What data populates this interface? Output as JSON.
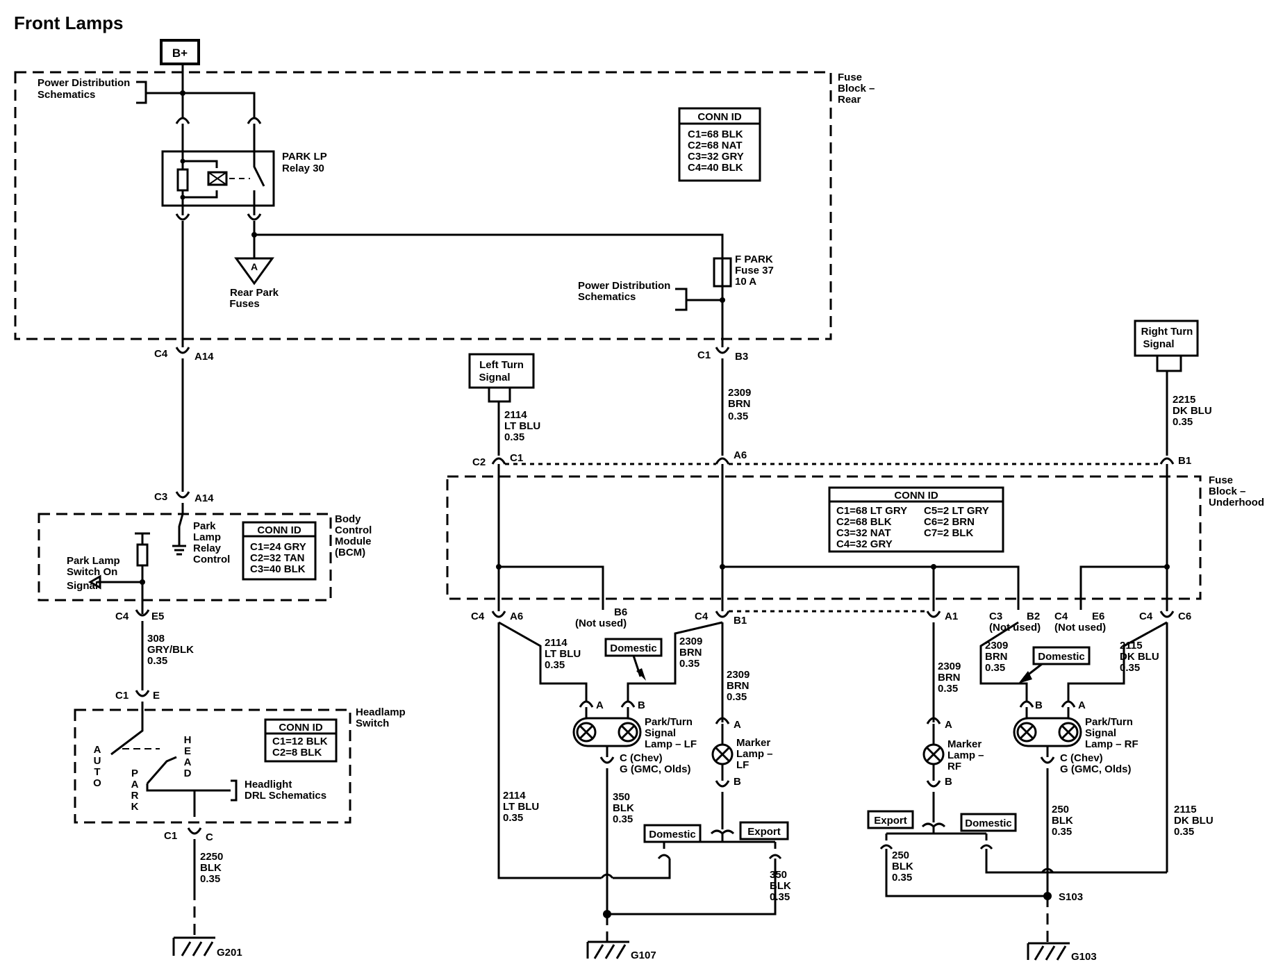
{
  "title": "Front Lamps",
  "source": "B+",
  "fuse_block_rear": {
    "label": [
      "Fuse",
      "Block –",
      "Rear"
    ],
    "power_dist": [
      "Power Distribution",
      "Schematics"
    ],
    "relay": [
      "PARK LP",
      "Relay 30"
    ],
    "rear_park": [
      "Rear Park",
      "Fuses"
    ],
    "rear_park_letter": "A",
    "fuse": [
      "F PARK",
      "Fuse 37",
      "10 A"
    ],
    "power_dist2": [
      "Power Distribution",
      "Schematics"
    ],
    "conn_id_title": "CONN ID",
    "conn_id": [
      "C1=68 BLK",
      "C2=68 NAT",
      "C3=32 GRY",
      "C4=40 BLK"
    ]
  },
  "connectors": {
    "c4_a14": [
      "C4",
      "A14"
    ],
    "c3_a14": [
      "C3",
      "A14"
    ],
    "c4_e5": [
      "C4",
      "E5"
    ],
    "c1_e": [
      "C1",
      "E"
    ],
    "c1_c": [
      "C1",
      "C"
    ],
    "c1_b3": [
      "C1",
      "B3"
    ],
    "c2_c1": [
      "C2",
      "C1"
    ],
    "a6": "A6",
    "b1": "B1",
    "c4_a6": [
      "C4",
      "A6"
    ],
    "b6": [
      "B6",
      "(Not used)"
    ],
    "c4_b1": [
      "C4",
      "B1"
    ],
    "a1": "A1",
    "c3_b2": [
      "C3",
      "B2",
      "(Not used)"
    ],
    "c4_e6": [
      "C4",
      "E6",
      "(Not used)"
    ],
    "c4_c6": [
      "C4",
      "C6"
    ]
  },
  "bcm": {
    "label": [
      "Body",
      "Control",
      "Module",
      "(BCM)"
    ],
    "switch_signal": [
      "Park Lamp",
      "Switch On",
      "Signal"
    ],
    "relay_control": [
      "Park",
      "Lamp",
      "Relay",
      "Control"
    ],
    "conn_id_title": "CONN ID",
    "conn_id": [
      "C1=24 GRY",
      "C2=32 TAN",
      "C3=40 BLK"
    ]
  },
  "headlamp_switch": {
    "label": [
      "Headlamp",
      "Switch"
    ],
    "auto": [
      "A",
      "U",
      "T",
      "O"
    ],
    "park": [
      "P",
      "A",
      "R",
      "K"
    ],
    "head": [
      "H",
      "E",
      "A",
      "D"
    ],
    "drl": [
      "Headlight",
      "DRL Schematics"
    ],
    "conn_id_title": "CONN ID",
    "conn_id": [
      "C1=12 BLK",
      "C2=8 BLK"
    ]
  },
  "fuse_block_underhood": {
    "label": [
      "Fuse",
      "Block –",
      "Underhood"
    ],
    "conn_id_title": "CONN ID",
    "conn_id_left": [
      "C1=68 LT GRY",
      "C2=68 BLK",
      "C3=32 NAT",
      "C4=32 GRY"
    ],
    "conn_id_right": [
      "C5=2 LT GRY",
      "C6=2 BRN",
      "C7=2 BLK"
    ]
  },
  "signals": {
    "left_turn": [
      "Left Turn",
      "Signal"
    ],
    "right_turn": [
      "Right Turn",
      "Signal"
    ]
  },
  "wires": {
    "w308": [
      "308",
      "GRY/BLK",
      "0.35"
    ],
    "w2250": [
      "2250",
      "BLK",
      "0.35"
    ],
    "w2309_top": [
      "2309",
      "BRN",
      "0.35"
    ],
    "w2114_top": [
      "2114",
      "LT BLU",
      "0.35"
    ],
    "w2215": [
      "2215",
      "DK BLU",
      "0.35"
    ],
    "w2114_mid": [
      "2114",
      "LT BLU",
      "0.35"
    ],
    "w2309_lf": [
      "2309",
      "BRN",
      "0.35"
    ],
    "w2309_marker_lf": [
      "2309",
      "BRN",
      "0.35"
    ],
    "w2309_marker_rf": [
      "2309",
      "BRN",
      "0.35"
    ],
    "w2309_rf": [
      "2309",
      "BRN",
      "0.35"
    ],
    "w2115_mid": [
      "2115",
      "DK BLU",
      "0.35"
    ],
    "w2114_low": [
      "2114",
      "LT BLU",
      "0.35"
    ],
    "w350_a": [
      "350",
      "BLK",
      "0.35"
    ],
    "w350_b": [
      "350",
      "BLK",
      "0.35"
    ],
    "w250_a": [
      "250",
      "BLK",
      "0.35"
    ],
    "w250_b": [
      "250",
      "BLK",
      "0.35"
    ],
    "w2115_low": [
      "2115",
      "DK BLU",
      "0.35"
    ]
  },
  "lamps": {
    "park_turn_lf": [
      "Park/Turn",
      "Signal",
      "Lamp – LF"
    ],
    "park_turn_lf_pins": [
      "A",
      "B"
    ],
    "park_turn_lf_ground": [
      "C (Chev)",
      "G (GMC, Olds)"
    ],
    "marker_lf": [
      "Marker",
      "Lamp –",
      "LF"
    ],
    "marker_lf_pins": [
      "A",
      "B"
    ],
    "marker_rf": [
      "Marker",
      "Lamp –",
      "RF"
    ],
    "marker_rf_pins": [
      "A",
      "B"
    ],
    "park_turn_rf": [
      "Park/Turn",
      "Signal",
      "Lamp – RF"
    ],
    "park_turn_rf_pins": [
      "B",
      "A"
    ],
    "park_turn_rf_ground": [
      "C (Chev)",
      "G (GMC, Olds)"
    ]
  },
  "options": {
    "domestic_1": "Domestic",
    "domestic_2": "Domestic",
    "domestic_3": "Domestic",
    "domestic_4": "Domestic",
    "export_1": "Export",
    "export_2": "Export"
  },
  "grounds": {
    "g201": "G201",
    "g107": "G107",
    "g103": "G103",
    "s103": "S103"
  }
}
